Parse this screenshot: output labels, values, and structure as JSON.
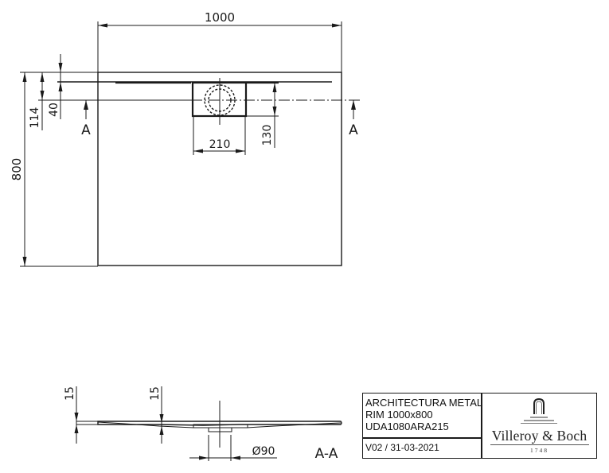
{
  "drawing": {
    "plan_view": {
      "dim_width": "1000",
      "dim_depth": "800",
      "dim_drain_offset": "114",
      "dim_rim": "40",
      "dim_drain_box_width": "210",
      "dim_drain_box_depth": "130",
      "section_marker_left": "A",
      "section_marker_right": "A"
    },
    "section_view": {
      "dim_edge_left": "15",
      "dim_edge_mid": "15",
      "dim_drain_diameter": "Ø90",
      "label": "A-A"
    }
  },
  "title_block": {
    "product_line": "ARCHITECTURA METAL",
    "product_variant": "RIM 1000x800",
    "article_code": "UDA1080ARA215",
    "version": "V02 / 31-03-2021",
    "brand": "Villeroy & Boch",
    "brand_year": "1748"
  },
  "colors": {
    "line": "#1a1a1a",
    "background": "#ffffff"
  }
}
